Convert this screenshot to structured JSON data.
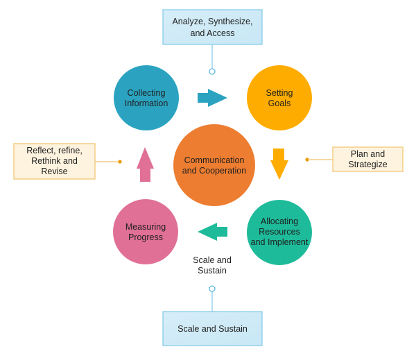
{
  "diagram": {
    "type": "cycle",
    "center": {
      "label_lines": [
        "Communication",
        "and Cooperation"
      ],
      "color": "#ED7D31"
    },
    "stages": [
      {
        "id": "collecting",
        "label_lines": [
          "Collecting",
          "Information"
        ],
        "color": "#2BA3C0"
      },
      {
        "id": "setting",
        "label_lines": [
          "Setting",
          "Goals"
        ],
        "color": "#FFAC00"
      },
      {
        "id": "allocating",
        "label_lines": [
          "Allocating",
          "Resources",
          "and Implement"
        ],
        "color": "#1EBB9A"
      },
      {
        "id": "measuring",
        "label_lines": [
          "Measuring",
          "Progress"
        ],
        "color": "#E07095"
      }
    ],
    "arrows": [
      {
        "from": "collecting",
        "to": "setting",
        "direction": "right",
        "color": "#2BA3C0"
      },
      {
        "from": "setting",
        "to": "allocating",
        "direction": "down",
        "color": "#FFAC00"
      },
      {
        "from": "allocating",
        "to": "measuring",
        "direction": "left",
        "color": "#1EBB9A"
      },
      {
        "from": "measuring",
        "to": "collecting",
        "direction": "up",
        "color": "#E07095"
      }
    ],
    "callouts": [
      {
        "id": "top",
        "label_lines": [
          "Analyze, Synthesize,",
          "and Access"
        ],
        "style": "blue"
      },
      {
        "id": "right",
        "label_lines": [
          "Plan and",
          "Strategize"
        ],
        "style": "orange"
      },
      {
        "id": "bottom",
        "label_lines": [
          "Scale and Sustain"
        ],
        "style": "blue"
      },
      {
        "id": "left",
        "label_lines": [
          "Reflect, refine,",
          "Rethink and",
          "Revise"
        ],
        "style": "orange"
      }
    ],
    "floating_label": {
      "label_lines": [
        "Scale and",
        "Sustain"
      ]
    },
    "styles": {
      "blue": {
        "fill": "#D3ECF7",
        "stroke": "#7FC8E8",
        "line": "#7FC8E8"
      },
      "orange": {
        "fill": "#FEF3DF",
        "stroke": "#F2C26B",
        "line": "#F2C26B",
        "dot": "#E89A00"
      }
    }
  }
}
